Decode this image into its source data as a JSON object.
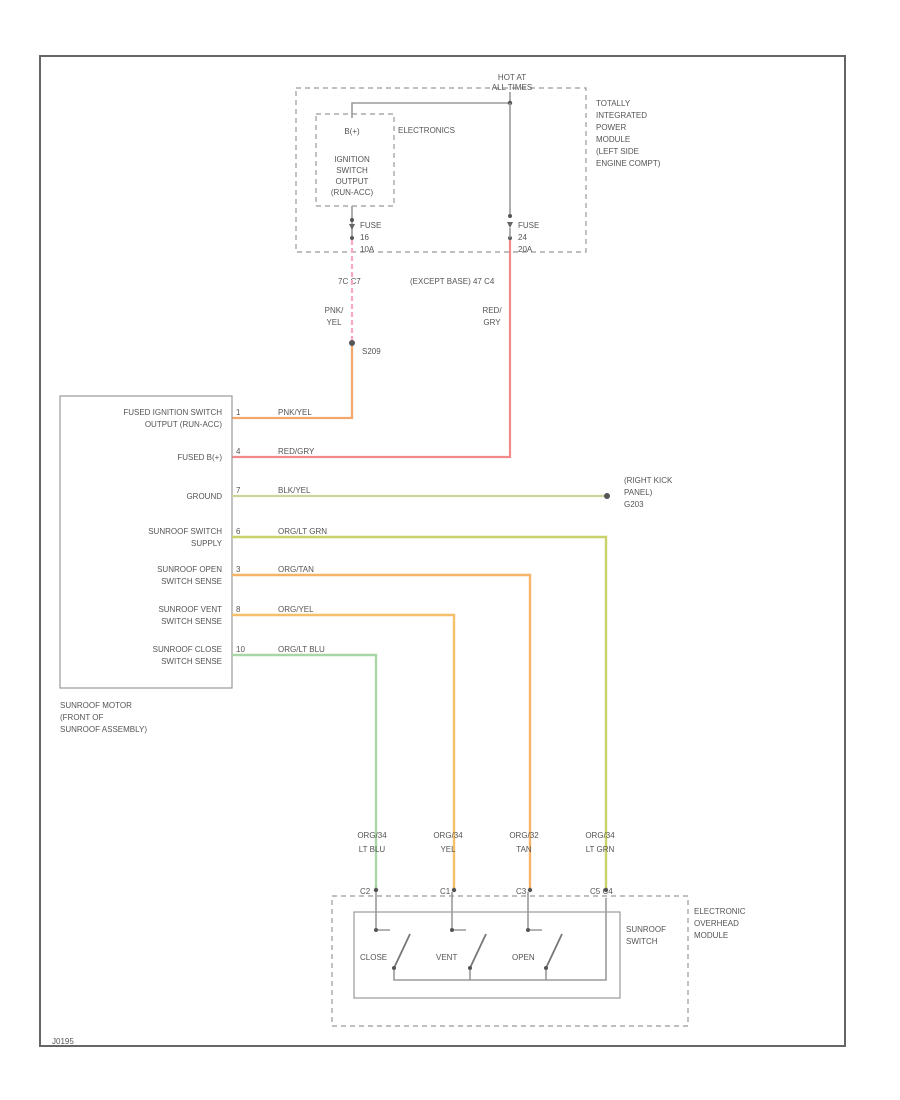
{
  "tipm": {
    "hot_at_all_times": [
      "HOT AT",
      "ALL TIMES"
    ],
    "title": [
      "TOTALLY",
      "INTEGRATED",
      "POWER",
      "MODULE",
      "(LEFT SIDE",
      "ENGINE COMPT)"
    ],
    "electronics": "ELECTRONICS",
    "b_plus": "B(+)",
    "ignition_output": [
      "IGNITION",
      "SWITCH",
      "OUTPUT",
      "(RUN-ACC)"
    ],
    "fuse1": [
      "FUSE",
      "16",
      "10A"
    ],
    "fuse2": [
      "FUSE",
      "24",
      "20A"
    ],
    "connector1": "7C C7",
    "connector2_note": "(EXCEPT BASE) 47 C4"
  },
  "wires_top": {
    "left_color": [
      "PNK/",
      "YEL"
    ],
    "right_color": [
      "RED/",
      "GRY"
    ],
    "splice": "S209"
  },
  "motor": {
    "pins": [
      {
        "num": "1",
        "label": [
          "FUSED IGNITION SWITCH",
          "OUTPUT (RUN-ACC)"
        ],
        "wire": "PNK/YEL",
        "color": "#f4a76a"
      },
      {
        "num": "4",
        "label": [
          "FUSED B(+)"
        ],
        "wire": "RED/GRY",
        "color": "#f28a8a"
      },
      {
        "num": "7",
        "label": [
          "GROUND"
        ],
        "wire": "BLK/YEL",
        "color": "#c9d79a"
      },
      {
        "num": "6",
        "label": [
          "SUNROOF SWITCH",
          "SUPPLY"
        ],
        "wire": "ORG/LT GRN",
        "color": "#c9d36a"
      },
      {
        "num": "3",
        "label": [
          "SUNROOF OPEN",
          "SWITCH SENSE"
        ],
        "wire": "ORG/TAN",
        "color": "#f6b36a"
      },
      {
        "num": "8",
        "label": [
          "SUNROOF VENT",
          "SWITCH SENSE"
        ],
        "wire": "ORG/YEL",
        "color": "#f6c06a"
      },
      {
        "num": "10",
        "label": [
          "SUNROOF CLOSE",
          "SWITCH SENSE"
        ],
        "wire": "ORG/LT BLU",
        "color": "#a9d6a6"
      }
    ],
    "name": [
      "SUNROOF MOTOR",
      "(FRONT OF",
      "SUNROOF ASSEMBLY)"
    ]
  },
  "ground": [
    "(RIGHT KICK",
    "PANEL)",
    "G203"
  ],
  "switch_wires": [
    {
      "label": [
        "ORG/34",
        "LT BLU"
      ]
    },
    {
      "label": [
        "ORG/34",
        "YEL"
      ]
    },
    {
      "label": [
        "ORG/32",
        "TAN"
      ]
    },
    {
      "label": [
        "ORG/34",
        "LT GRN"
      ]
    }
  ],
  "switch_pins": [
    "C2",
    "C1",
    "C3",
    "C5 C4"
  ],
  "switch": {
    "name": [
      "SUNROOF",
      "SWITCH"
    ],
    "module": [
      "ELECTRONIC",
      "OVERHEAD",
      "MODULE"
    ],
    "contacts": [
      "CLOSE",
      "VENT",
      "OPEN"
    ]
  },
  "footer": "J0195"
}
